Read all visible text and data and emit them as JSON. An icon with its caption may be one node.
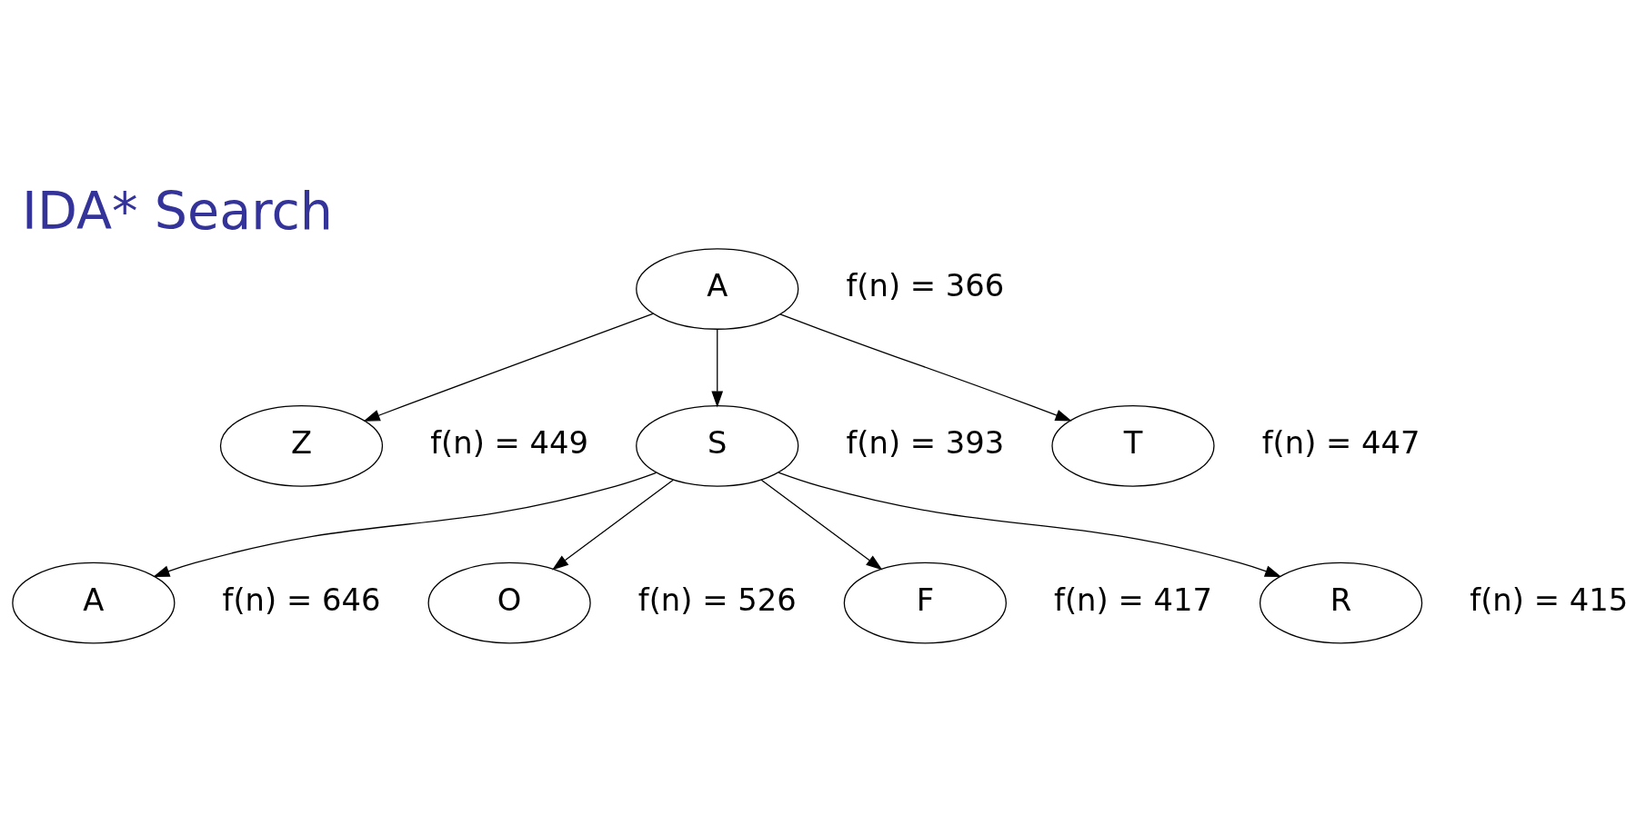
{
  "diagram": {
    "title": "IDA* Search",
    "nodes": [
      {
        "text": [
          "A"
        ],
        "beside": [
          "f(n) = 366"
        ]
      },
      {
        "text": [
          "Z"
        ],
        "beside": [
          "f(n) = 449"
        ]
      },
      {
        "text": [
          "S"
        ],
        "beside": [
          "f(n) = 393"
        ]
      },
      {
        "text": [
          "T"
        ],
        "beside": [
          "f(n) = 447"
        ]
      },
      {
        "text": [
          "A"
        ],
        "beside": [
          "f(n) = 646"
        ]
      },
      {
        "text": [
          "O"
        ],
        "beside": [
          "f(n) = 526"
        ]
      },
      {
        "text": [
          "F"
        ],
        "beside": [
          "f(n) = 417"
        ]
      },
      {
        "text": [
          "R"
        ],
        "beside": [
          "f(n) = 415"
        ]
      }
    ],
    "edges": [
      {
        "from": 0,
        "to": 1,
        "arrow": "to"
      },
      {
        "from": 0,
        "to": 2,
        "arrow": "to"
      },
      {
        "from": 0,
        "to": 3,
        "arrow": "to"
      },
      {
        "from": 2,
        "to": 4,
        "arrow": "to"
      },
      {
        "from": 2,
        "to": 5,
        "arrow": "to"
      },
      {
        "from": 2,
        "to": 6,
        "arrow": "to"
      },
      {
        "from": 2,
        "to": 7,
        "arrow": "to"
      }
    ]
  }
}
